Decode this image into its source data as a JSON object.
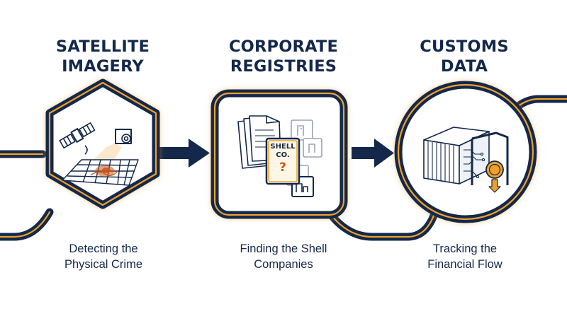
{
  "stages": [
    {
      "title_lines": [
        "SATELLITE",
        "IMAGERY"
      ],
      "caption_lines": [
        "Detecting the",
        "Physical Crime"
      ],
      "icon": "satellite-camera-grid-icon"
    },
    {
      "title_lines": [
        "CORPORATE",
        "REGISTRIES"
      ],
      "caption_lines": [
        "Finding the Shell",
        "Companies"
      ],
      "icon": "shell-company-documents-icon"
    },
    {
      "title_lines": [
        "CUSTOMS",
        "DATA"
      ],
      "caption_lines": [
        "Tracking the",
        "Financial Flow"
      ],
      "icon": "container-coin-scan-icon"
    }
  ],
  "doc_label_lines": [
    "SHELL",
    "CO.",
    "?"
  ],
  "colors": {
    "navy": "#13284a",
    "orange": "#f0a02a",
    "heat": "#c8551a",
    "arrow": "#13284a"
  }
}
